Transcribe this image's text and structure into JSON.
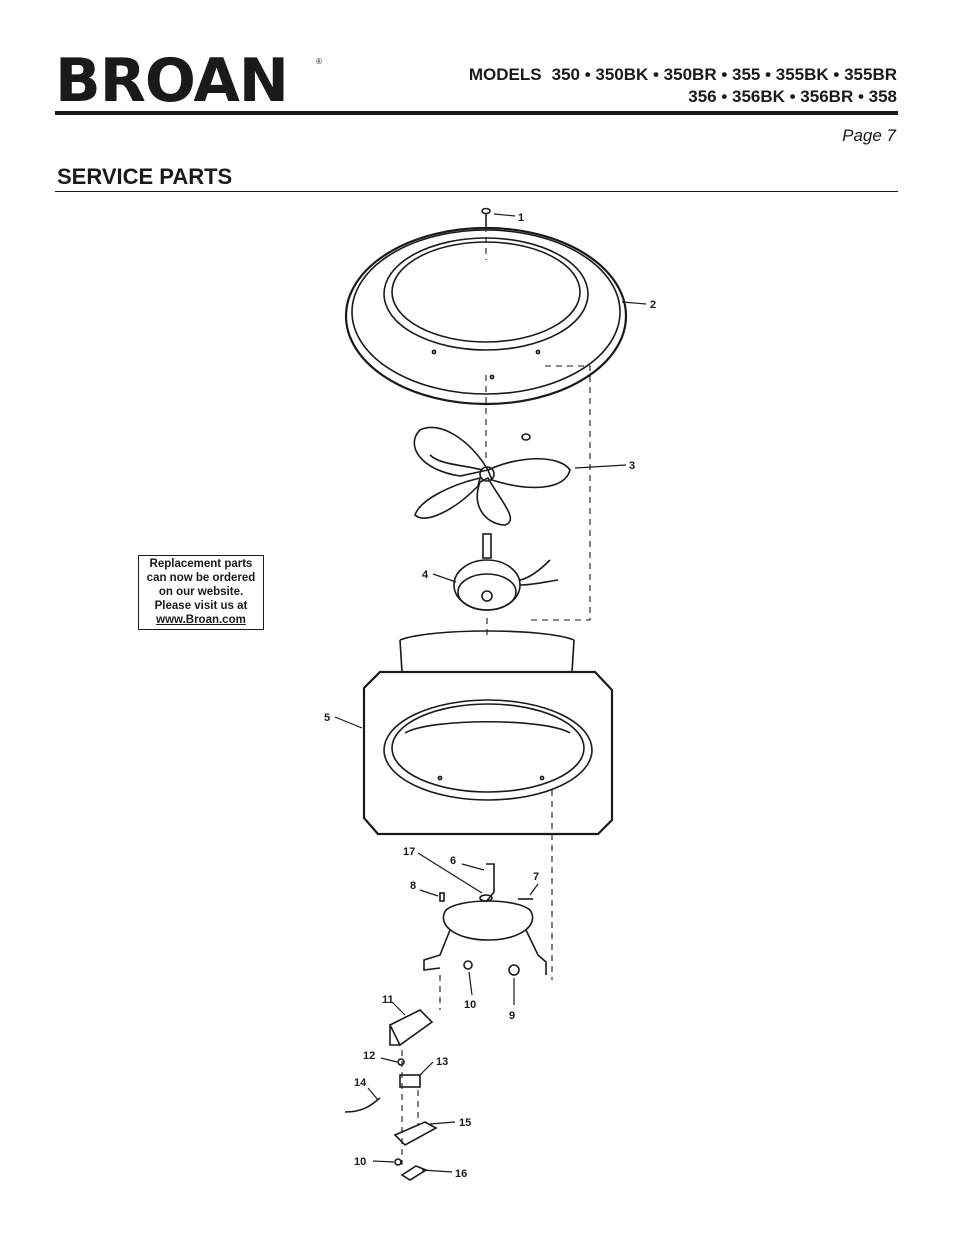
{
  "header": {
    "brand": "BROAN",
    "registered_mark": "®",
    "models_label": "MODELS",
    "models_line1": "350 • 350BK • 350BR • 355 • 355BK • 355BR",
    "models_line2": "356 • 356BK • 356BR • 358",
    "page": "Page 7"
  },
  "section_title": "SERVICE PARTS",
  "notice": {
    "line1": "Replacement parts",
    "line2": "can now be ordered",
    "line3": "on our website.",
    "line4": "Please visit us at",
    "link": "www.Broan.com"
  },
  "callouts": [
    "1",
    "2",
    "3",
    "4",
    "5",
    "6",
    "7",
    "8",
    "9",
    "10",
    "11",
    "12",
    "13",
    "14",
    "15",
    "10",
    "16",
    "17"
  ]
}
